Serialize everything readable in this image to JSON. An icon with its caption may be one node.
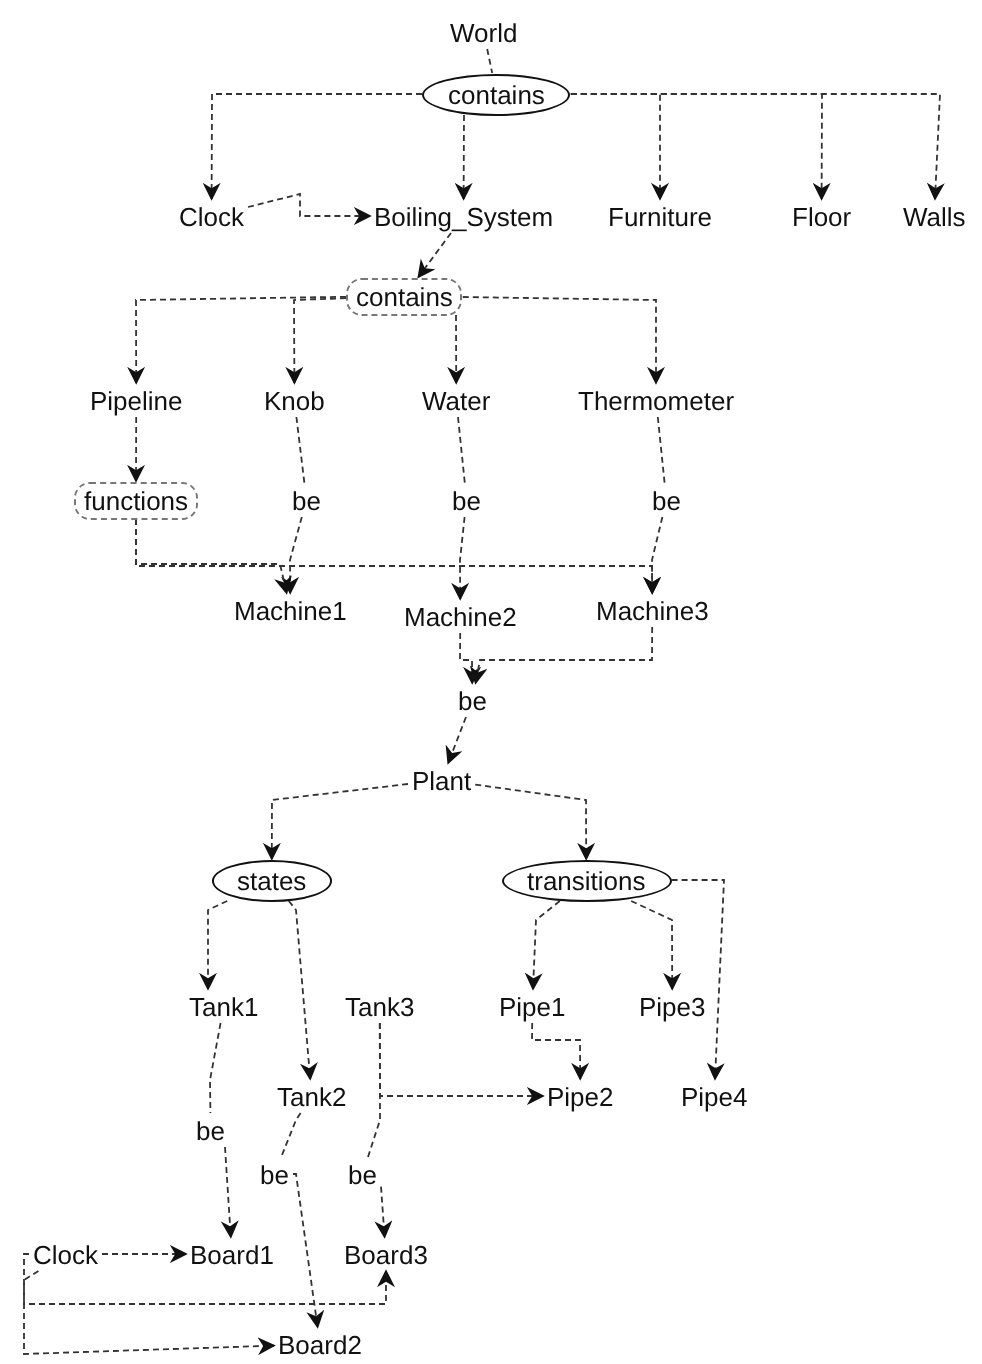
{
  "diagram": {
    "nodes": [
      {
        "text": [
          "World"
        ]
      },
      {
        "text": [
          "contains"
        ]
      },
      {
        "text": [
          "Clock"
        ]
      },
      {
        "text": [
          "Boiling_System"
        ]
      },
      {
        "text": [
          "Furniture"
        ]
      },
      {
        "text": [
          "Floor"
        ]
      },
      {
        "text": [
          "Walls"
        ]
      },
      {
        "text": [
          "contains"
        ]
      },
      {
        "text": [
          "Pipeline"
        ]
      },
      {
        "text": [
          "Knob"
        ]
      },
      {
        "text": [
          "Water"
        ]
      },
      {
        "text": [
          "Thermometer"
        ]
      },
      {
        "text": [
          "functions"
        ]
      },
      {
        "text": [
          "be"
        ]
      },
      {
        "text": [
          "be"
        ]
      },
      {
        "text": [
          "be"
        ]
      },
      {
        "text": [
          "Machine1"
        ]
      },
      {
        "text": [
          "Machine2"
        ]
      },
      {
        "text": [
          "Machine3"
        ]
      },
      {
        "text": [
          "be"
        ]
      },
      {
        "text": [
          "Plant"
        ]
      },
      {
        "text": [
          "states"
        ]
      },
      {
        "text": [
          "transitions"
        ]
      },
      {
        "text": [
          "Tank1"
        ]
      },
      {
        "text": [
          "Tank3"
        ]
      },
      {
        "text": [
          "Pipe1"
        ]
      },
      {
        "text": [
          "Pipe3"
        ]
      },
      {
        "text": [
          "Tank2"
        ]
      },
      {
        "text": [
          "Pipe2"
        ]
      },
      {
        "text": [
          "Pipe4"
        ]
      },
      {
        "text": [
          "be"
        ]
      },
      {
        "text": [
          "be"
        ]
      },
      {
        "text": [
          "be"
        ]
      },
      {
        "text": [
          "Clock"
        ]
      },
      {
        "text": [
          "Board1"
        ]
      },
      {
        "text": [
          "Board3"
        ]
      },
      {
        "text": [
          "Board2"
        ]
      }
    ],
    "edges": [
      {
        "from": 0,
        "to": 1,
        "arrow": "none"
      },
      {
        "from": 1,
        "to": 2,
        "arrow": "to"
      },
      {
        "from": 1,
        "to": 3,
        "arrow": "to"
      },
      {
        "from": 1,
        "to": 4,
        "arrow": "to"
      },
      {
        "from": 1,
        "to": 5,
        "arrow": "to"
      },
      {
        "from": 1,
        "to": 6,
        "arrow": "to"
      },
      {
        "from": 2,
        "to": 3,
        "arrow": "to"
      },
      {
        "from": 3,
        "to": 7,
        "arrow": "to"
      },
      {
        "from": 7,
        "to": 8,
        "arrow": "to"
      },
      {
        "from": 7,
        "to": 9,
        "arrow": "to"
      },
      {
        "from": 7,
        "to": 10,
        "arrow": "to"
      },
      {
        "from": 7,
        "to": 11,
        "arrow": "to"
      },
      {
        "from": 8,
        "to": 12,
        "arrow": "to"
      },
      {
        "from": 9,
        "to": 13,
        "arrow": "none"
      },
      {
        "from": 10,
        "to": 14,
        "arrow": "none"
      },
      {
        "from": 11,
        "to": 15,
        "arrow": "none"
      },
      {
        "from": 13,
        "to": 16,
        "arrow": "to"
      },
      {
        "from": 14,
        "to": 17,
        "arrow": "to"
      },
      {
        "from": 15,
        "to": 18,
        "arrow": "to"
      },
      {
        "from": 12,
        "to": 16,
        "arrow": "to"
      },
      {
        "from": 12,
        "to": 18,
        "arrow": "to"
      },
      {
        "from": 17,
        "to": 19,
        "arrow": "to"
      },
      {
        "from": 18,
        "to": 19,
        "arrow": "to"
      },
      {
        "from": 19,
        "to": 20,
        "arrow": "to"
      },
      {
        "from": 20,
        "to": 21,
        "arrow": "to"
      },
      {
        "from": 20,
        "to": 22,
        "arrow": "to"
      },
      {
        "from": 21,
        "to": 23,
        "arrow": "to"
      },
      {
        "from": 21,
        "to": 27,
        "arrow": "to"
      },
      {
        "from": 22,
        "to": 25,
        "arrow": "to"
      },
      {
        "from": 22,
        "to": 26,
        "arrow": "to"
      },
      {
        "from": 22,
        "to": 29,
        "arrow": "to"
      },
      {
        "from": 25,
        "to": 28,
        "arrow": "to"
      },
      {
        "from": 24,
        "to": 28,
        "arrow": "to"
      },
      {
        "from": 23,
        "to": 30,
        "arrow": "none"
      },
      {
        "from": 30,
        "to": 34,
        "arrow": "to"
      },
      {
        "from": 27,
        "to": 31,
        "arrow": "none"
      },
      {
        "from": 31,
        "to": 36,
        "arrow": "to"
      },
      {
        "from": 24,
        "to": 32,
        "arrow": "none"
      },
      {
        "from": 32,
        "to": 35,
        "arrow": "to"
      },
      {
        "from": 33,
        "to": 34,
        "arrow": "to"
      },
      {
        "from": 33,
        "to": 35,
        "arrow": "to"
      },
      {
        "from": 33,
        "to": 36,
        "arrow": "to"
      }
    ]
  }
}
